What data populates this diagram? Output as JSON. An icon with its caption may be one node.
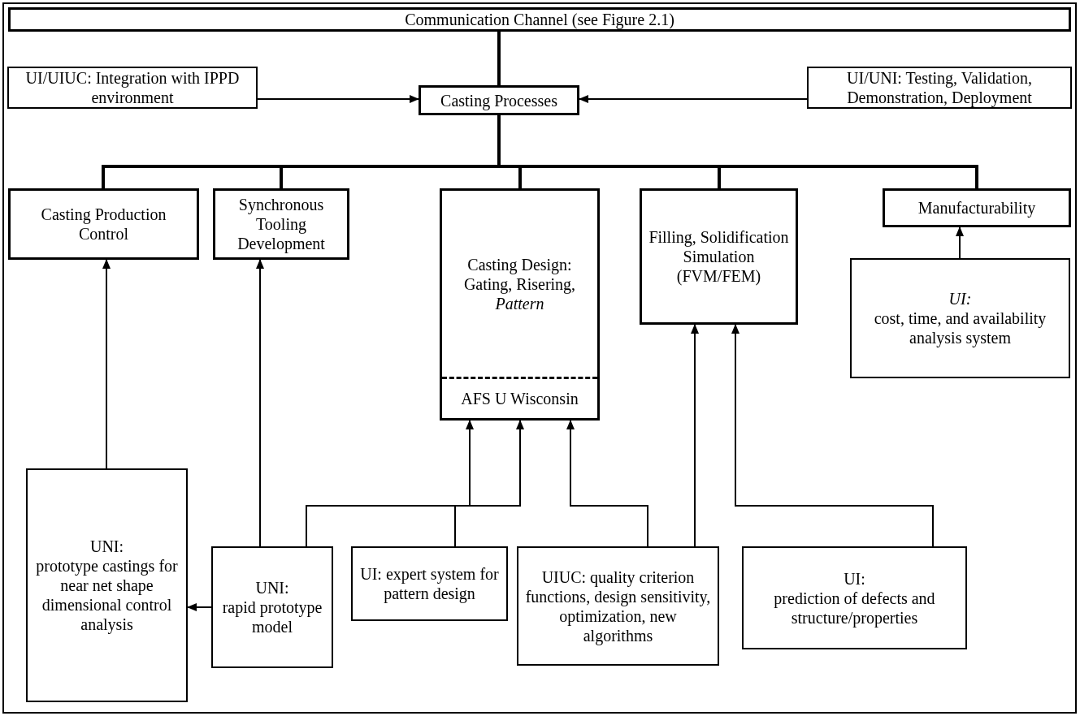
{
  "diagram": {
    "nodes": [
      {
        "text": [
          "Communication Channel (see Figure 2.1)"
        ]
      },
      {
        "text": [
          "UI/UIUC: Integration with IPPD environment"
        ]
      },
      {
        "text": [
          "Casting Processes"
        ]
      },
      {
        "text": [
          "UI/UNI: Testing, Validation, Demonstration, Deployment"
        ]
      },
      {
        "text": [
          "Casting Production Control"
        ]
      },
      {
        "text": [
          "Synchronous Tooling Development"
        ]
      },
      {
        "text": [
          "Casting Design: Gating, Risering, *Pattern*",
          "AFS U Wisconsin"
        ]
      },
      {
        "text": [
          "Filling, Solidification Simulation (FVM/FEM)"
        ]
      },
      {
        "text": [
          "Manufacturability"
        ]
      },
      {
        "text": [
          "UI:",
          "cost, time, and availability analysis system"
        ]
      },
      {
        "text": [
          "UNI:",
          "prototype castings for near net shape dimensional control analysis"
        ]
      },
      {
        "text": [
          "UNI:",
          "rapid prototype model"
        ]
      },
      {
        "text": [
          "UI: expert system for pattern design"
        ]
      },
      {
        "text": [
          "UIUC: quality criterion functions, design sensitivity, optimization, new algorithms"
        ]
      },
      {
        "text": [
          "UI:",
          "prediction of defects and structure/properties"
        ]
      }
    ],
    "edges": [
      {
        "from": 0,
        "to": 2,
        "arrow": "none",
        "style": "thick"
      },
      {
        "from": 1,
        "to": 2,
        "arrow": "to"
      },
      {
        "from": 3,
        "to": 2,
        "arrow": "to"
      },
      {
        "from": 2,
        "to": 4,
        "arrow": "none",
        "style": "thick"
      },
      {
        "from": 2,
        "to": 5,
        "arrow": "none",
        "style": "thick"
      },
      {
        "from": 2,
        "to": 6,
        "arrow": "none",
        "style": "thick"
      },
      {
        "from": 2,
        "to": 7,
        "arrow": "none",
        "style": "thick"
      },
      {
        "from": 2,
        "to": 8,
        "arrow": "none",
        "style": "thick"
      },
      {
        "from": 10,
        "to": 4,
        "arrow": "to"
      },
      {
        "from": 11,
        "to": 5,
        "arrow": "to"
      },
      {
        "from": 11,
        "to": 10,
        "arrow": "to"
      },
      {
        "from": 11,
        "to": 6,
        "arrow": "to"
      },
      {
        "from": 12,
        "to": 6,
        "arrow": "to"
      },
      {
        "from": 13,
        "to": 6,
        "arrow": "to"
      },
      {
        "from": 13,
        "to": 7,
        "arrow": "to"
      },
      {
        "from": 14,
        "to": 7,
        "arrow": "to"
      },
      {
        "from": 9,
        "to": 8,
        "arrow": "to"
      }
    ]
  }
}
